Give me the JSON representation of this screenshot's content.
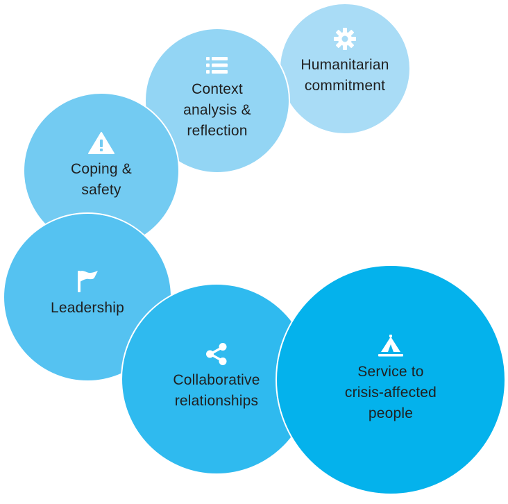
{
  "colors": {
    "humanitarian": "#a9dcf6",
    "context": "#93d5f4",
    "coping": "#73cbf2",
    "leadership": "#55c2f1",
    "collaborative": "#2fbaef",
    "service": "#04b2ec",
    "icon": "#ffffff",
    "text": "#1f1f1f"
  },
  "bubbles": {
    "humanitarian": {
      "icon": "gear-icon",
      "lines": [
        "Humanitarian",
        "commitment"
      ]
    },
    "context": {
      "icon": "list-icon",
      "lines": [
        "Context",
        "analysis &",
        "reflection"
      ]
    },
    "coping": {
      "icon": "warning-icon",
      "lines": [
        "Coping &",
        "safety"
      ]
    },
    "leadership": {
      "icon": "flag-icon",
      "lines": [
        "Leadership"
      ]
    },
    "collaborative": {
      "icon": "share-icon",
      "lines": [
        "Collaborative",
        "relationships"
      ]
    },
    "service": {
      "icon": "tent-icon",
      "lines": [
        "Service to",
        "crisis-affected",
        "people"
      ]
    }
  }
}
